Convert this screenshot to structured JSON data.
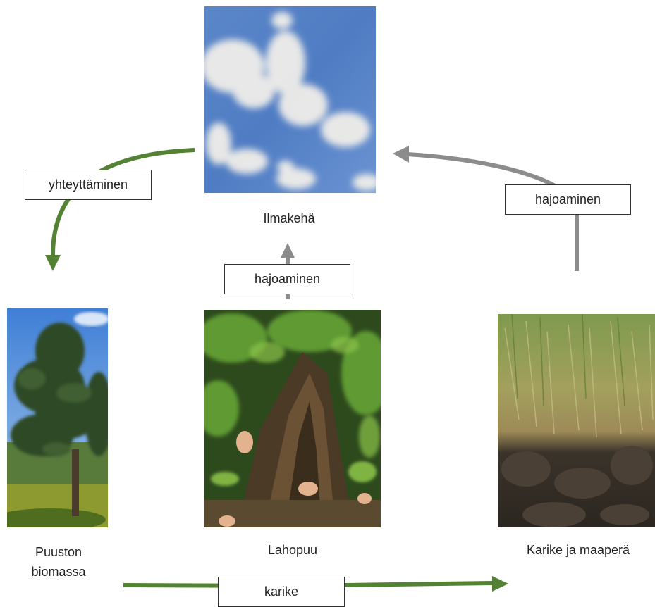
{
  "nodes": {
    "atmosphere": {
      "label": "Ilmakehä"
    },
    "tree_biomass": {
      "label": "Puuston biomassa"
    },
    "deadwood": {
      "label": "Lahopuu"
    },
    "litter_soil": {
      "label": "Karike ja maaperä"
    }
  },
  "flows": {
    "photosynthesis": {
      "label": "yhteyttäminen",
      "color": "#548235"
    },
    "decomposition_deadwood": {
      "label": "hajoaminen",
      "color": "#8c8c8c"
    },
    "decomposition_soil": {
      "label": "hajoaminen",
      "color": "#8c8c8c"
    },
    "litter": {
      "label": "karike",
      "color": "#548235"
    }
  }
}
